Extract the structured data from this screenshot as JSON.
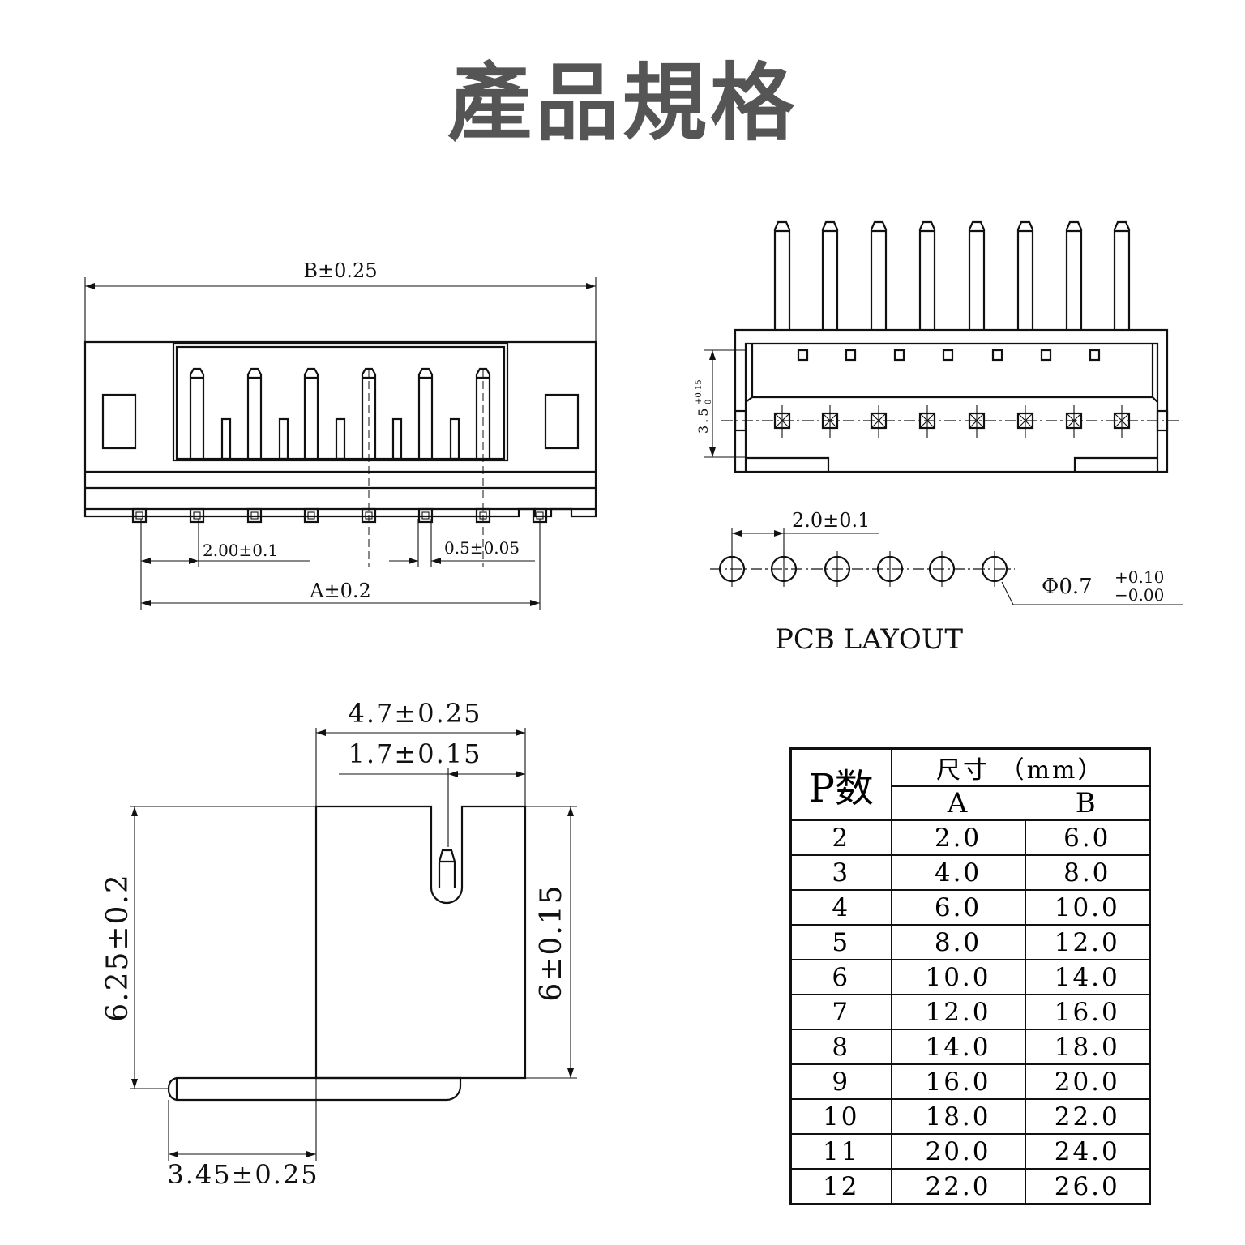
{
  "title": "產品規格",
  "front_view": {
    "dim_b": "B±0.25",
    "dim_pitch": "2.00±0.1",
    "dim_pin_width": "0.5±0.05",
    "dim_a": "A±0.2"
  },
  "top_view": {
    "dim_depth": "3.5",
    "dim_depth_tol_plus": "+0.15",
    "dim_depth_tol_minus": "0"
  },
  "pcb_layout": {
    "label": "PCB LAYOUT",
    "dim_pitch": "2.0±0.1",
    "dim_hole": "Φ0.7",
    "dim_hole_tol_plus": "+0.10",
    "dim_hole_tol_minus": "−0.00"
  },
  "side_view": {
    "dim_width": "4.7±0.25",
    "dim_slot": "1.7±0.15",
    "dim_height_left": "6.25±0.2",
    "dim_height_right": "6±0.15",
    "dim_pin_length": "3.45±0.25"
  },
  "spec_table": {
    "header_pins": "P数",
    "header_size": "尺寸 （mm）",
    "header_a": "A",
    "header_b": "B",
    "rows": [
      {
        "p": "2",
        "a": "2.0",
        "b": "6.0"
      },
      {
        "p": "3",
        "a": "4.0",
        "b": "8.0"
      },
      {
        "p": "4",
        "a": "6.0",
        "b": "10.0"
      },
      {
        "p": "5",
        "a": "8.0",
        "b": "12.0"
      },
      {
        "p": "6",
        "a": "10.0",
        "b": "14.0"
      },
      {
        "p": "7",
        "a": "12.0",
        "b": "16.0"
      },
      {
        "p": "8",
        "a": "14.0",
        "b": "18.0"
      },
      {
        "p": "9",
        "a": "16.0",
        "b": "20.0"
      },
      {
        "p": "10",
        "a": "18.0",
        "b": "22.0"
      },
      {
        "p": "11",
        "a": "20.0",
        "b": "24.0"
      },
      {
        "p": "12",
        "a": "22.0",
        "b": "26.0"
      }
    ]
  }
}
